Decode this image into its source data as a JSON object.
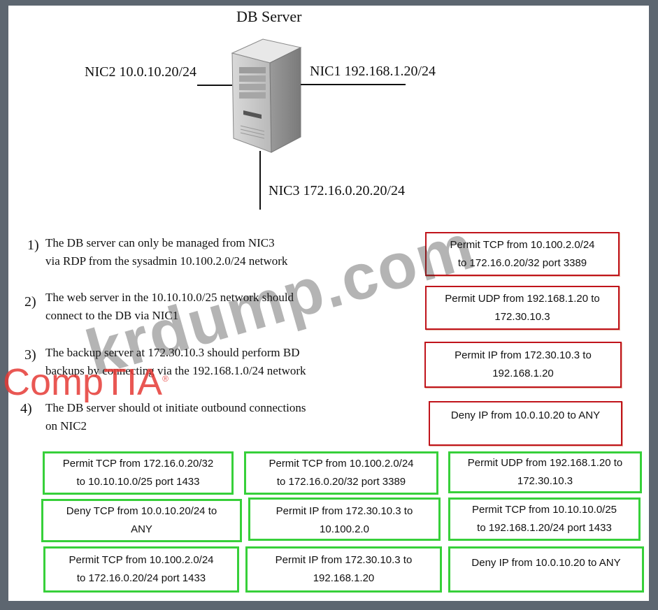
{
  "diagram": {
    "title": "DB Server",
    "nics": {
      "nic1": "NIC1 192.168.1.20/24",
      "nic2": "NIC2 10.0.10.20/24",
      "nic3": "NIC3 172.16.0.20.20/24"
    }
  },
  "requirements": [
    {
      "num": "1)",
      "line1": "The DB server can only be managed from NIC3",
      "line2": "via RDP from the sysadmin 10.100.2.0/24 network"
    },
    {
      "num": "2)",
      "line1": "The web server in the 10.10.10.0/25 network should",
      "line2": "connect to the DB via NIC1"
    },
    {
      "num": "3)",
      "line1": "The backup server at 172.30.10.3 should perform BD",
      "line2": "backups by connecting via the 192.168.1.0/24 network"
    },
    {
      "num": "4)",
      "line1": "The DB server should ot initiate outbound connections",
      "line2": "on NIC2"
    }
  ],
  "answer_boxes": [
    {
      "line1": "Permit TCP from 10.100.2.0/24",
      "line2": "to 172.16.0.20/32 port 3389"
    },
    {
      "line1": "Permit UDP from 192.168.1.20 to",
      "line2": "172.30.10.3"
    },
    {
      "line1": "Permit IP from 172.30.10.3 to",
      "line2": "192.168.1.20"
    },
    {
      "line1": "Deny IP from 10.0.10.20 to ANY",
      "line2": ""
    }
  ],
  "options": [
    {
      "line1": "Permit TCP from 172.16.0.20/32",
      "line2": "to 10.10.10.0/25 port 1433"
    },
    {
      "line1": "Permit TCP from 10.100.2.0/24",
      "line2": "to 172.16.0.20/32 port 3389"
    },
    {
      "line1": "Permit UDP from 192.168.1.20 to",
      "line2": "172.30.10.3"
    },
    {
      "line1": "Deny TCP from 10.0.10.20/24 to",
      "line2": "ANY"
    },
    {
      "line1": "Permit IP from 172.30.10.3 to",
      "line2": "10.100.2.0"
    },
    {
      "line1": "Permit TCP from 10.10.10.0/25",
      "line2": "to 192.168.1.20/24   port 1433"
    },
    {
      "line1": "Permit TCP from 10.100.2.0/24",
      "line2": "to 172.16.0.20/24 port 1433"
    },
    {
      "line1": "Permit IP from 172.30.10.3 to",
      "line2": "192.168.1.20"
    },
    {
      "line1": "Deny IP from 10.0.10.20 to ANY",
      "line2": ""
    }
  ],
  "watermark": "krdump.com",
  "logo": "CompTIA",
  "colors": {
    "answer_border": "#c0141b",
    "option_border": "#37d03a",
    "background": "#5d6670"
  }
}
